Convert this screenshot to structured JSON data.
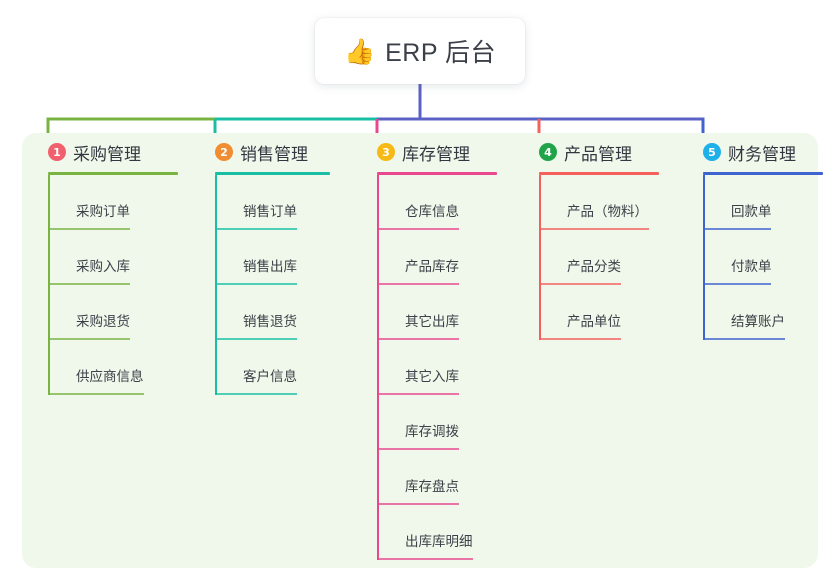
{
  "root": {
    "icon": "thumbs-up-icon",
    "emoji": "👍",
    "title": "ERP 后台"
  },
  "colors": {
    "panel_background": "#f0f8eb",
    "page_background": "#ffffff",
    "root_stem": "#5b62c4",
    "text": "#3c4149"
  },
  "columns": [
    {
      "number": "1",
      "title": "采购管理",
      "badge_color": "#f1606d",
      "line_color": "#79b443",
      "items": [
        {
          "label": "采购订单"
        },
        {
          "label": "采购入库"
        },
        {
          "label": "采购退货"
        },
        {
          "label": "供应商信息"
        }
      ]
    },
    {
      "number": "2",
      "title": "销售管理",
      "badge_color": "#f08c31",
      "line_color": "#18bfa5",
      "items": [
        {
          "label": "销售订单"
        },
        {
          "label": "销售出库"
        },
        {
          "label": "销售退货"
        },
        {
          "label": "客户信息"
        }
      ]
    },
    {
      "number": "3",
      "title": "库存管理",
      "badge_color": "#f7b913",
      "line_color": "#e8488f",
      "items": [
        {
          "label": "仓库信息"
        },
        {
          "label": "产品库存"
        },
        {
          "label": "其它出库"
        },
        {
          "label": "其它入库"
        },
        {
          "label": "库存调拨"
        },
        {
          "label": "库存盘点"
        },
        {
          "label": "出库库明细"
        }
      ]
    },
    {
      "number": "4",
      "title": "产品管理",
      "badge_color": "#20a44a",
      "line_color": "#f4605c",
      "items": [
        {
          "label": "产品（物料）"
        },
        {
          "label": "产品分类"
        },
        {
          "label": "产品单位"
        }
      ]
    },
    {
      "number": "5",
      "title": "财务管理",
      "badge_color": "#1eb0e8",
      "line_color": "#3f63cf",
      "items": [
        {
          "label": "回款单"
        },
        {
          "label": "付款单"
        },
        {
          "label": "结算账户"
        }
      ]
    }
  ]
}
